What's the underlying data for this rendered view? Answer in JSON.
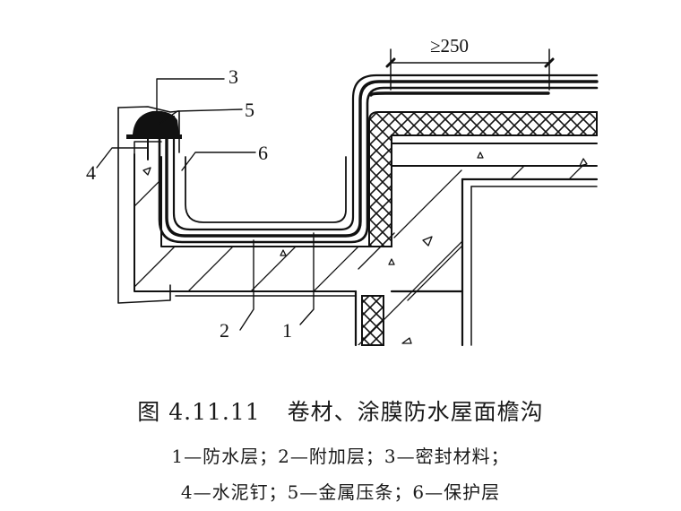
{
  "figure": {
    "number": "图 4.11.11",
    "title": "卷材、涂膜防水屋面檐沟",
    "dimension_label": "≥250",
    "callouts": [
      "1",
      "2",
      "3",
      "4",
      "5",
      "6"
    ],
    "legend_line1": "1—防水层；2—附加层；3—密封材料；",
    "legend_line2": "4—水泥钉；5—金属压条；6—保护层",
    "legend": [
      {
        "id": "1",
        "label": "防水层"
      },
      {
        "id": "2",
        "label": "附加层"
      },
      {
        "id": "3",
        "label": "密封材料"
      },
      {
        "id": "4",
        "label": "水泥钉"
      },
      {
        "id": "5",
        "label": "金属压条"
      },
      {
        "id": "6",
        "label": "保护层"
      }
    ]
  }
}
